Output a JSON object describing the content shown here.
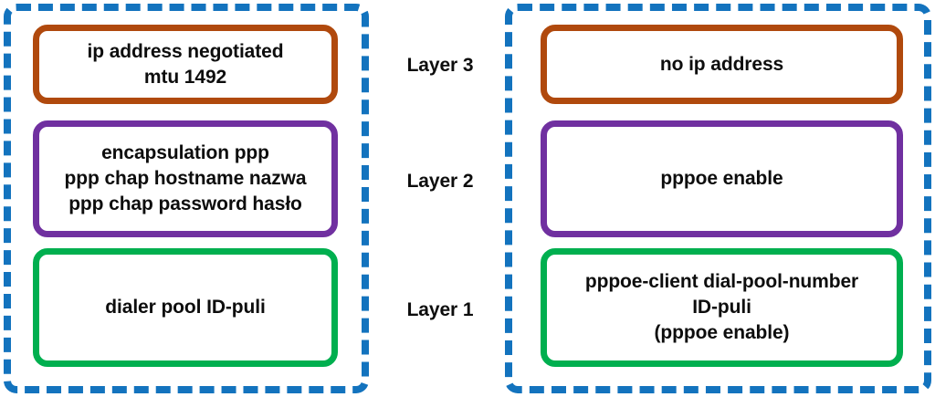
{
  "diagram": {
    "colors": {
      "group_border": "#1373BE",
      "layer3_box": "#B0490D",
      "layer2_box": "#7030A0",
      "layer1_box": "#00AF4F",
      "text": "#0D0D0D",
      "background": "#FFFFFF"
    },
    "layer_labels": [
      {
        "name": "layer-3",
        "label": "Layer 3"
      },
      {
        "name": "layer-2",
        "label": "Layer 2"
      },
      {
        "name": "layer-1",
        "label": "Layer 1"
      }
    ],
    "groups": [
      {
        "name": "left-group",
        "boxes": [
          {
            "name": "dialer-interface-layer3",
            "color": "#B0490D",
            "lines": [
              "ip address negotiated",
              "mtu 1492"
            ]
          },
          {
            "name": "dialer-interface-layer2",
            "color": "#7030A0",
            "lines": [
              "encapsulation ppp",
              "ppp chap hostname nazwa",
              "ppp chap password hasło"
            ]
          },
          {
            "name": "dialer-interface-layer1",
            "color": "#00AF4F",
            "lines": [
              "dialer pool ID-puli"
            ]
          }
        ]
      },
      {
        "name": "right-group",
        "boxes": [
          {
            "name": "physical-interface-layer3",
            "color": "#B0490D",
            "lines": [
              "no ip address"
            ]
          },
          {
            "name": "physical-interface-layer2",
            "color": "#7030A0",
            "lines": [
              "pppoe enable"
            ]
          },
          {
            "name": "physical-interface-layer1",
            "color": "#00AF4F",
            "lines": [
              "pppoe-client dial-pool-number",
              "ID-puli",
              "(pppoe enable)"
            ]
          }
        ]
      }
    ]
  }
}
